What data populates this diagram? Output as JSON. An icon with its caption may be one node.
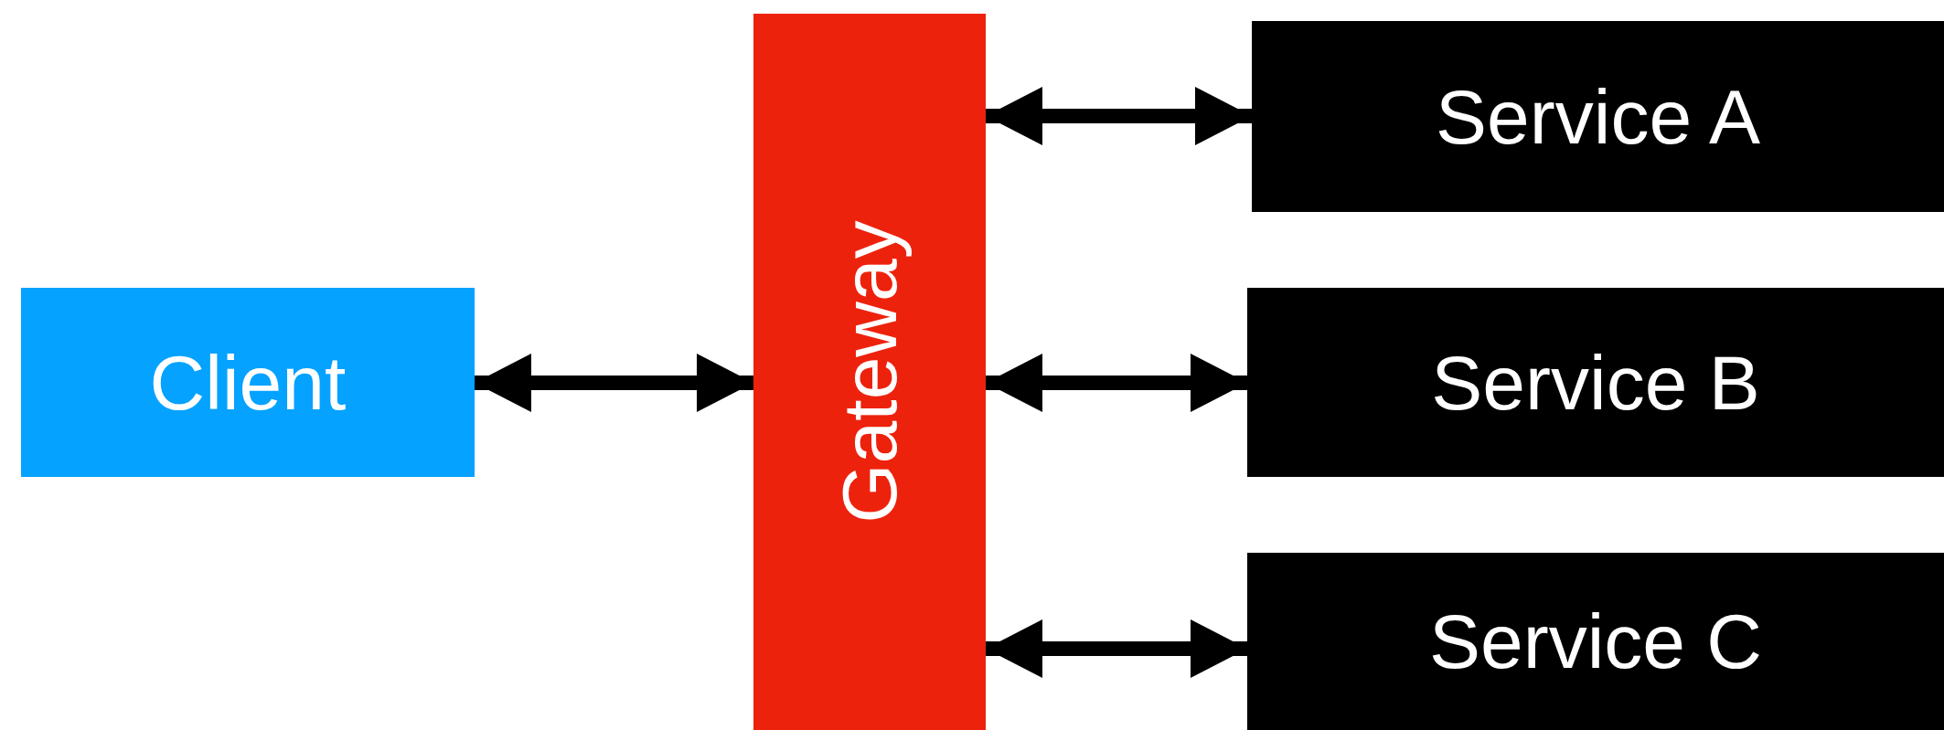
{
  "diagram": {
    "nodes": [
      {
        "text": [
          "Client"
        ]
      },
      {
        "text": [
          "Gateway"
        ]
      },
      {
        "text": [
          "Service A"
        ]
      },
      {
        "text": [
          "Service B"
        ]
      },
      {
        "text": [
          "Service C"
        ]
      }
    ],
    "edges": [
      {
        "from": 0,
        "to": 1,
        "arrow": "both"
      },
      {
        "from": 1,
        "to": 2,
        "arrow": "both"
      },
      {
        "from": 1,
        "to": 3,
        "arrow": "both"
      },
      {
        "from": 1,
        "to": 4,
        "arrow": "both"
      }
    ]
  }
}
